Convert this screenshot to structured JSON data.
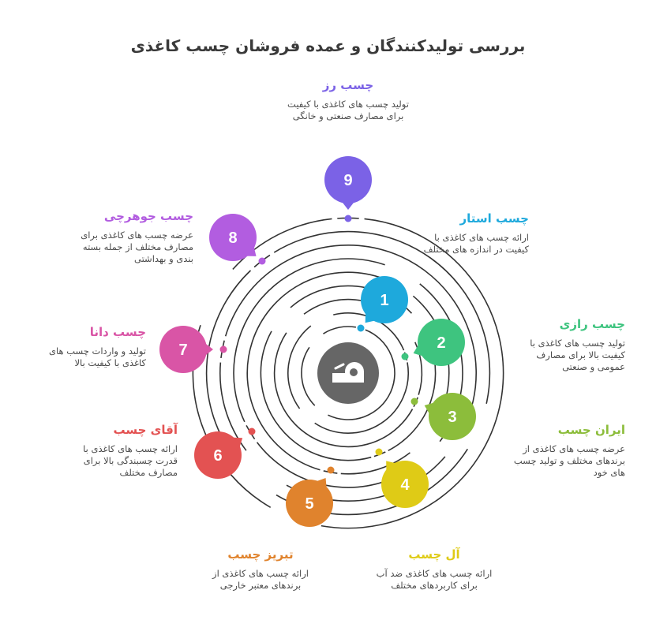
{
  "title": "بررسی تولیدکنندگان و عمده فروشان چسب کاغذی",
  "center_icon": "tape-icon",
  "items": [
    {
      "num": "1",
      "name": "چسب استار",
      "desc": "ارائه چسب های کاغذی با کیفیت در اندازه های مختلف",
      "color": "#1ea9dc"
    },
    {
      "num": "2",
      "name": "چسب رازی",
      "desc": "تولید چسب های کاغذی با کیفیت بالا برای مصارف عمومی و صنعتی",
      "color": "#3ec47f"
    },
    {
      "num": "3",
      "name": "ایران چسب",
      "desc": "عرضه چسب های کاغذی از برندهای مختلف و تولید چسب های خود",
      "color": "#8cbd3b"
    },
    {
      "num": "4",
      "name": "آل چسب",
      "desc": "ارائه چسب های کاغذی ضد آب برای کاربردهای مختلف",
      "color": "#dfcb16"
    },
    {
      "num": "5",
      "name": "تبریز چسب",
      "desc": "ارائه چسب های کاغذی از برندهای معتبر خارجی",
      "color": "#e0832d"
    },
    {
      "num": "6",
      "name": "آقای چسب",
      "desc": "ارائه چسب های کاغذی با قدرت چسبندگی بالا برای مصارف مختلف",
      "color": "#e35252"
    },
    {
      "num": "7",
      "name": "چسب دانا",
      "desc": "تولید و واردات چسب های کاغذی با کیفیت بالا",
      "color": "#d955a6"
    },
    {
      "num": "8",
      "name": "چسب جوهرچی",
      "desc": "عرضه چسب های کاغذی برای مصارف مختلف از جمله بسته بندی و بهداشتی",
      "color": "#b25de0"
    },
    {
      "num": "9",
      "name": "چسب رز",
      "desc": "تولید چسب های کاغذی با کیفیت برای مصارف صنعتی و خانگی",
      "color": "#7b62e6"
    }
  ]
}
